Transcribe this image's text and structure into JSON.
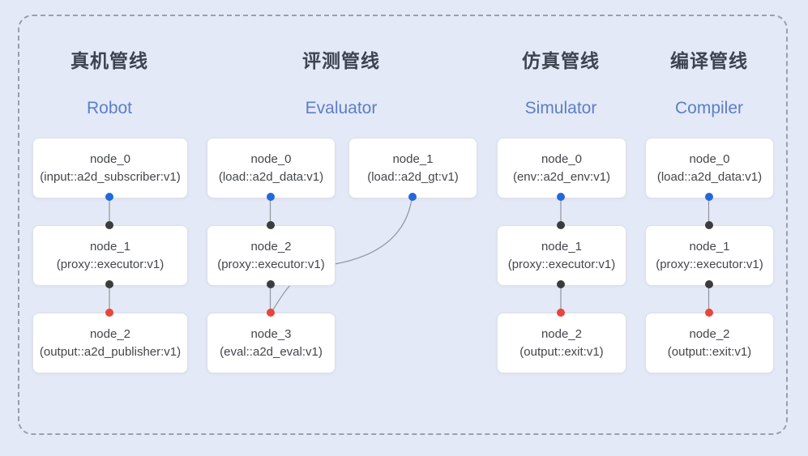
{
  "pipelines": [
    {
      "title_cn": "真机管线",
      "title_en": "Robot",
      "nodes": [
        {
          "name": "node_0",
          "type": "(input::a2d_subscriber:v1)"
        },
        {
          "name": "node_1",
          "type": "(proxy::executor:v1)"
        },
        {
          "name": "node_2",
          "type": "(output::a2d_publisher:v1)"
        }
      ],
      "edges": [
        [
          "node_0",
          "node_1"
        ],
        [
          "node_1",
          "node_2"
        ]
      ]
    },
    {
      "title_cn": "评测管线",
      "title_en": "Evaluator",
      "nodes": [
        {
          "name": "node_0",
          "type": "(load::a2d_data:v1)"
        },
        {
          "name": "node_1",
          "type": "(load::a2d_gt:v1)"
        },
        {
          "name": "node_2",
          "type": "(proxy::executor:v1)"
        },
        {
          "name": "node_3",
          "type": "(eval::a2d_eval:v1)"
        }
      ],
      "edges": [
        [
          "node_0",
          "node_2"
        ],
        [
          "node_1",
          "node_3"
        ],
        [
          "node_2",
          "node_3"
        ]
      ]
    },
    {
      "title_cn": "仿真管线",
      "title_en": "Simulator",
      "nodes": [
        {
          "name": "node_0",
          "type": "(env::a2d_env:v1)"
        },
        {
          "name": "node_1",
          "type": "(proxy::executor:v1)"
        },
        {
          "name": "node_2",
          "type": "(output::exit:v1)"
        }
      ],
      "edges": [
        [
          "node_0",
          "node_1"
        ],
        [
          "node_1",
          "node_2"
        ]
      ]
    },
    {
      "title_cn": "编译管线",
      "title_en": "Compiler",
      "nodes": [
        {
          "name": "node_0",
          "type": "(load::a2d_data:v1)"
        },
        {
          "name": "node_1",
          "type": "(proxy::executor:v1)"
        },
        {
          "name": "node_2",
          "type": "(output::exit:v1)"
        }
      ],
      "edges": [
        [
          "node_0",
          "node_1"
        ],
        [
          "node_1",
          "node_2"
        ]
      ]
    }
  ],
  "ports": {
    "source_output_color": "#2368d9",
    "intermediate_color": "#3c3c3c",
    "final_input_color": "#e9453a"
  },
  "colors": {
    "background": "#e4e9f7",
    "dashed_border": "#99a0ac",
    "node_fill": "#ffffff",
    "node_border": "#dde0e6",
    "title_cn": "#3e4350",
    "title_en": "#5b7fc7",
    "node_text": "#43464d",
    "edge_line": "#8f959e"
  }
}
